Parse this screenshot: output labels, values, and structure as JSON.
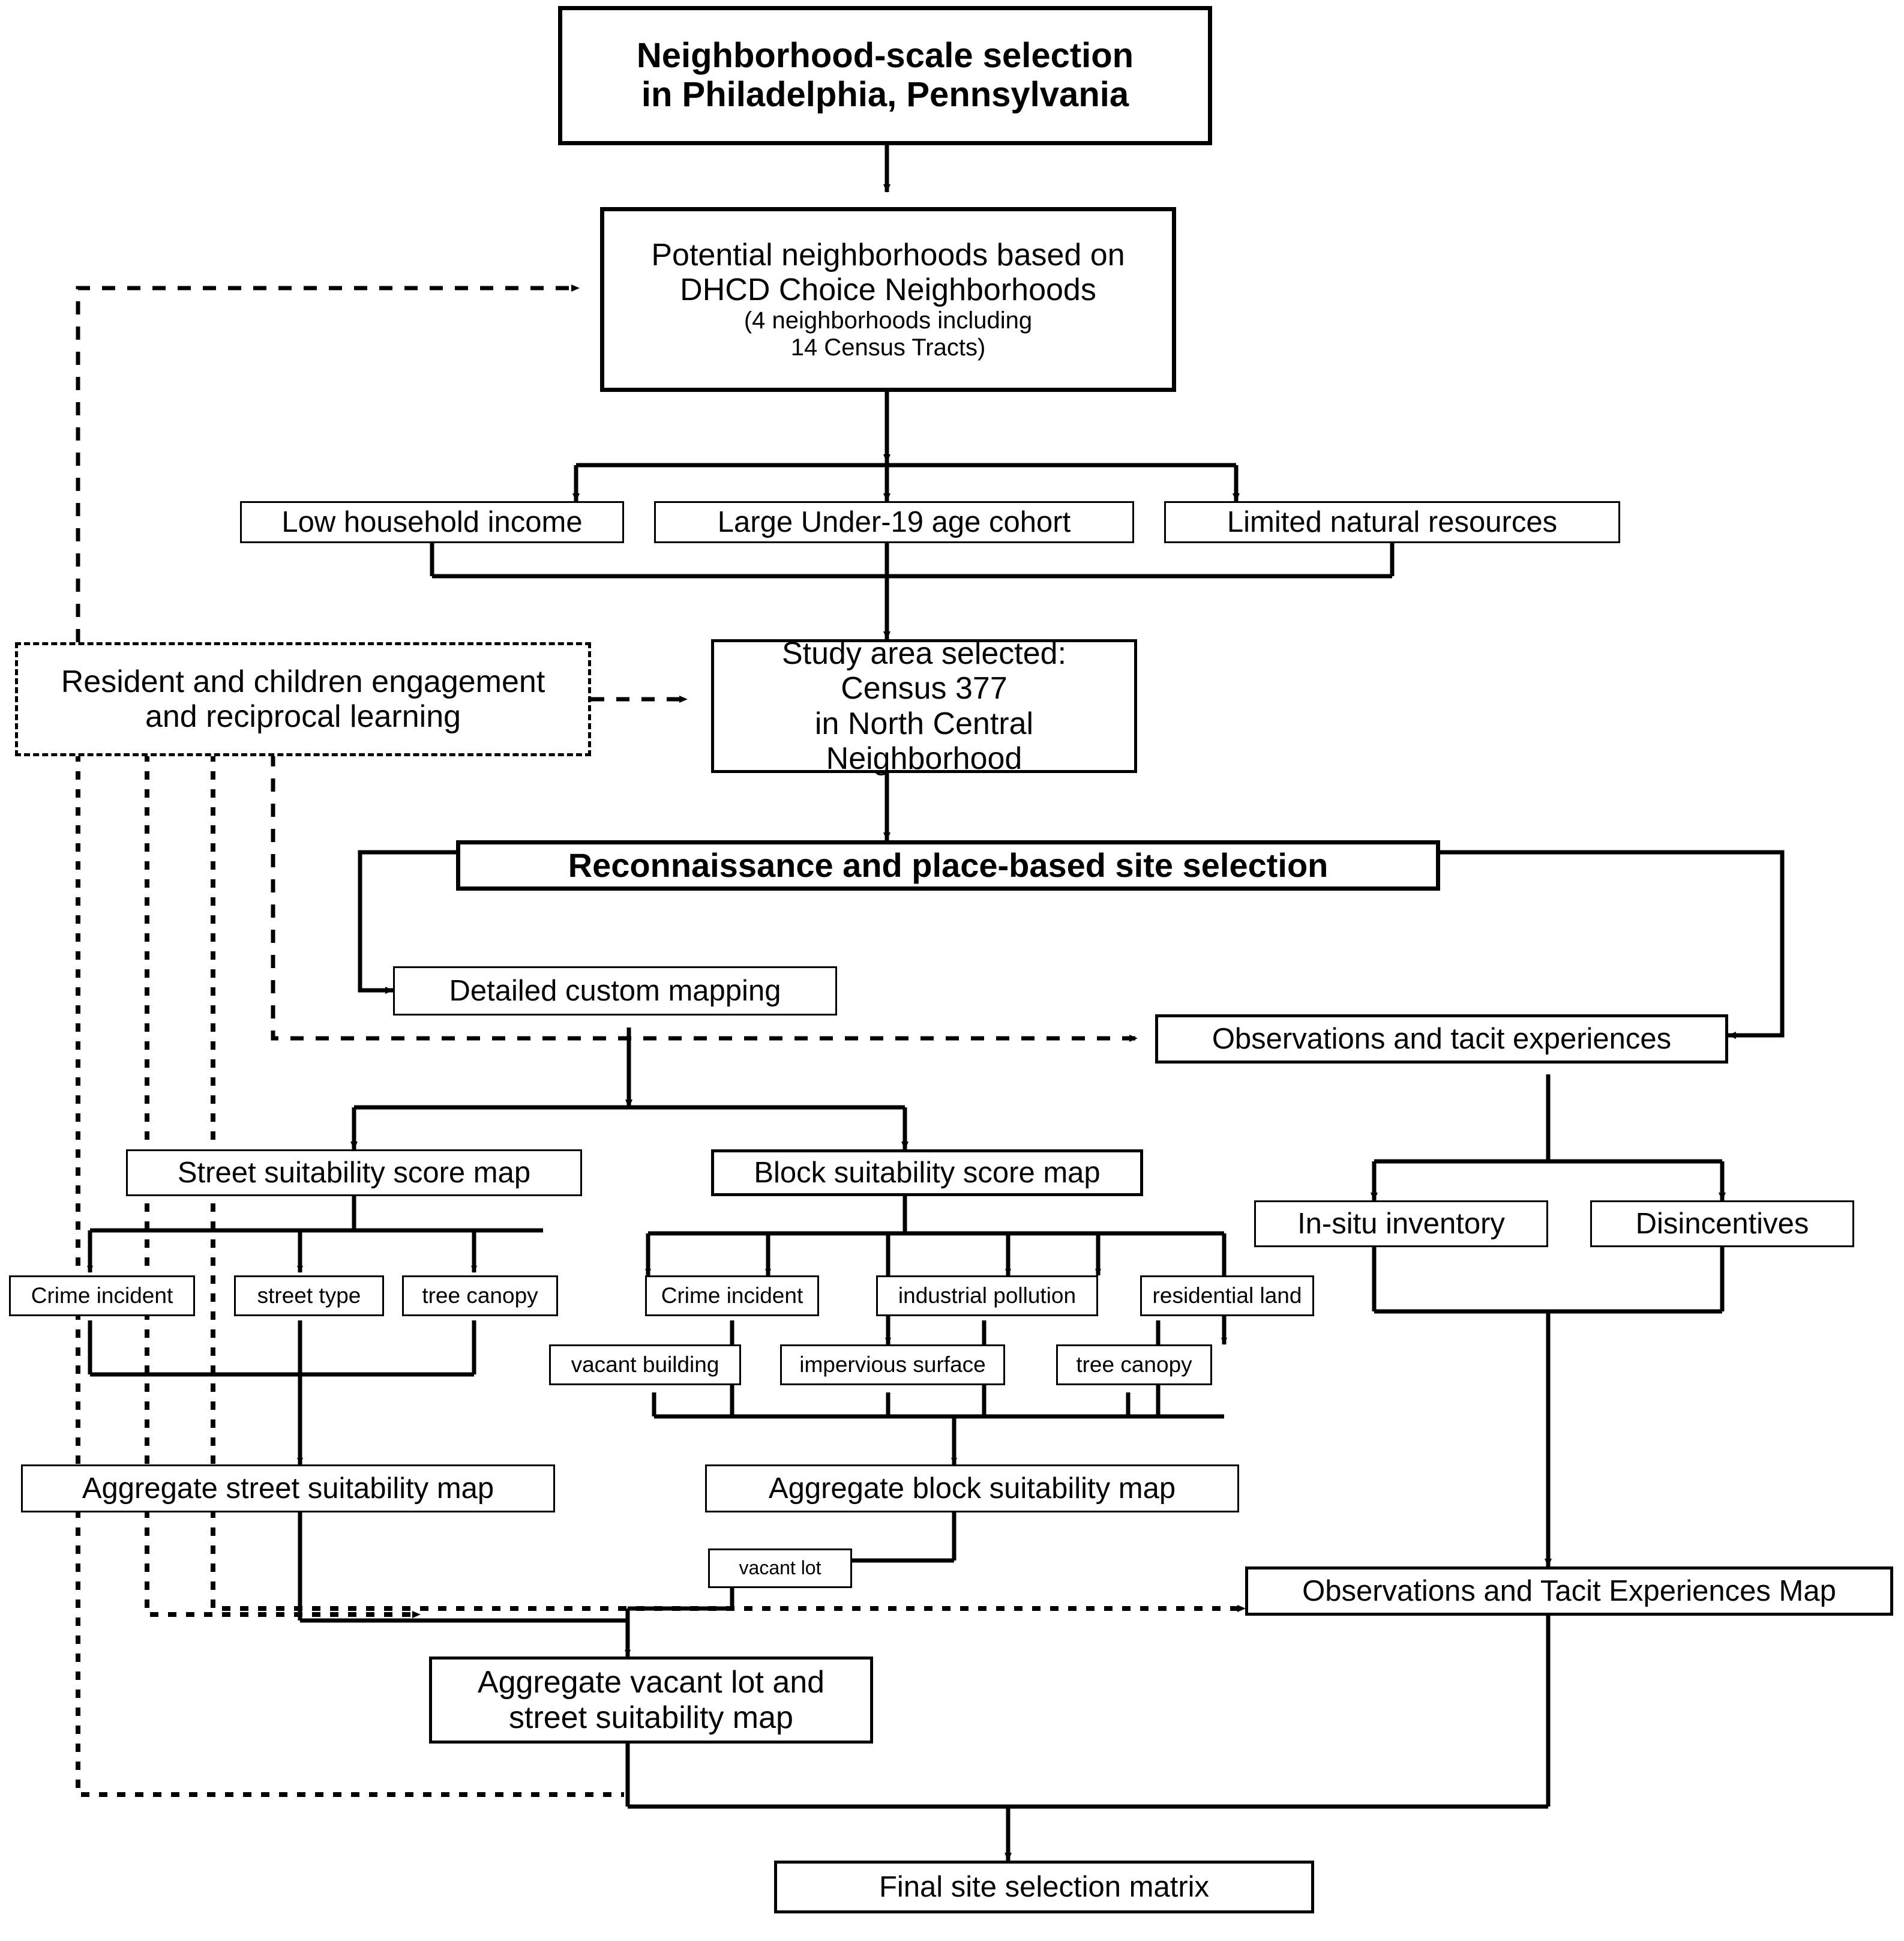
{
  "diagram": {
    "type": "flowchart",
    "title": "Neighborhood-scale selection in Philadelphia, Pennsylvania",
    "nodes": {
      "title_box": "Neighborhood-scale selection\nin Philadelphia, Pennsylvania",
      "potential_main": "Potential neighborhoods based on\nDHCD Choice Neighborhoods",
      "potential_sub": "(4 neighborhoods including\n14 Census Tracts)",
      "criteria_income": "Low household income",
      "criteria_cohort": "Large Under-19 age cohort",
      "criteria_resources": "Limited natural resources",
      "engagement": "Resident and children engagement\nand reciprocal learning",
      "study_area": "Study area selected:\nCensus 377\nin North Central Neighborhood",
      "reconnaissance": "Reconnaissance and place-based site selection",
      "detailed_mapping": "Detailed custom mapping",
      "observations_tacit": "Observations and tacit experiences",
      "street_score_map": "Street suitability score map",
      "block_score_map": "Block suitability score map",
      "insitu_inventory": "In-situ inventory",
      "disincentives": "Disincentives",
      "street_crime": "Crime incident",
      "street_type": "street type",
      "street_tree": "tree canopy",
      "block_crime": "Crime incident",
      "block_industrial": "industrial pollution",
      "block_residential": "residential land",
      "block_vacant_building": "vacant building",
      "block_impervious": "impervious surface",
      "block_tree": "tree canopy",
      "aggregate_street": "Aggregate street suitability map",
      "aggregate_block": "Aggregate block suitability map",
      "vacant_lot": "vacant lot",
      "observations_map": "Observations and Tacit Experiences Map",
      "aggregate_vacant_street": "Aggregate vacant lot and\nstreet suitability map",
      "final_matrix": "Final site selection matrix"
    },
    "colors": {
      "stroke": "#000000",
      "fill": "#ffffff",
      "shadow": "#808080"
    },
    "edges": [
      {
        "from": "title_box",
        "to": "potential_main",
        "style": "solid"
      },
      {
        "from": "potential_main",
        "to": "criteria_income",
        "style": "solid"
      },
      {
        "from": "potential_main",
        "to": "criteria_cohort",
        "style": "solid"
      },
      {
        "from": "potential_main",
        "to": "criteria_resources",
        "style": "solid"
      },
      {
        "from": "criteria_income",
        "to": "study_area",
        "style": "solid"
      },
      {
        "from": "criteria_cohort",
        "to": "study_area",
        "style": "solid"
      },
      {
        "from": "criteria_resources",
        "to": "study_area",
        "style": "solid"
      },
      {
        "from": "engagement",
        "to": "potential_main",
        "style": "dashed"
      },
      {
        "from": "engagement",
        "to": "study_area",
        "style": "dashed"
      },
      {
        "from": "study_area",
        "to": "reconnaissance",
        "style": "solid"
      },
      {
        "from": "reconnaissance",
        "to": "detailed_mapping",
        "style": "solid"
      },
      {
        "from": "reconnaissance",
        "to": "observations_tacit",
        "style": "solid"
      },
      {
        "from": "detailed_mapping",
        "to": "observations_tacit",
        "style": "dashed"
      },
      {
        "from": "detailed_mapping",
        "to": "street_score_map",
        "style": "solid"
      },
      {
        "from": "detailed_mapping",
        "to": "block_score_map",
        "style": "solid"
      },
      {
        "from": "observations_tacit",
        "to": "insitu_inventory",
        "style": "solid"
      },
      {
        "from": "observations_tacit",
        "to": "disincentives",
        "style": "solid"
      },
      {
        "from": "street_score_map",
        "to": "street_crime",
        "style": "solid"
      },
      {
        "from": "street_score_map",
        "to": "street_type",
        "style": "solid"
      },
      {
        "from": "street_score_map",
        "to": "street_tree",
        "style": "solid"
      },
      {
        "from": "street_crime",
        "to": "aggregate_street",
        "style": "solid"
      },
      {
        "from": "street_type",
        "to": "aggregate_street",
        "style": "solid"
      },
      {
        "from": "street_tree",
        "to": "aggregate_street",
        "style": "solid"
      },
      {
        "from": "block_score_map",
        "to": "block_crime",
        "style": "solid"
      },
      {
        "from": "block_score_map",
        "to": "block_vacant_building",
        "style": "solid"
      },
      {
        "from": "block_score_map",
        "to": "block_industrial",
        "style": "solid"
      },
      {
        "from": "block_score_map",
        "to": "block_impervious",
        "style": "solid"
      },
      {
        "from": "block_score_map",
        "to": "block_residential",
        "style": "solid"
      },
      {
        "from": "block_score_map",
        "to": "block_tree",
        "style": "solid"
      },
      {
        "from": "block_crime",
        "to": "aggregate_block",
        "style": "solid"
      },
      {
        "from": "aggregate_block",
        "to": "vacant_lot",
        "style": "solid"
      },
      {
        "from": "aggregate_street",
        "to": "aggregate_vacant_street",
        "style": "solid"
      },
      {
        "from": "vacant_lot",
        "to": "aggregate_vacant_street",
        "style": "solid"
      },
      {
        "from": "insitu_inventory",
        "to": "observations_map",
        "style": "solid"
      },
      {
        "from": "disincentives",
        "to": "observations_map",
        "style": "solid"
      },
      {
        "from": "engagement",
        "to": "observations_map",
        "style": "dashed"
      },
      {
        "from": "engagement",
        "to": "aggregate_vacant_street",
        "style": "dashed"
      },
      {
        "from": "aggregate_vacant_street",
        "to": "final_matrix",
        "style": "solid"
      },
      {
        "from": "observations_map",
        "to": "final_matrix",
        "style": "solid"
      }
    ]
  }
}
